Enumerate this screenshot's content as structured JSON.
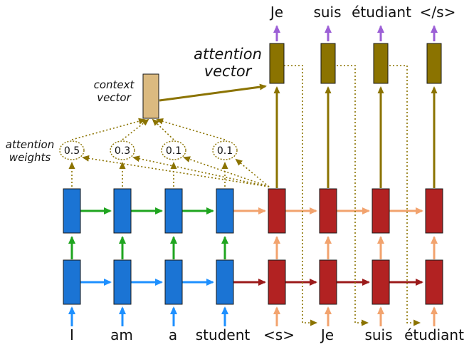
{
  "colors": {
    "encoder_box": "#1B74D4",
    "decoder_box": "#B22222",
    "attention_vector_box": "#8B7300",
    "context_vector_box": "#DBBA80",
    "arrow_blue": "#1E90FF",
    "arrow_green": "#1FA51F",
    "arrow_dark_red": "#9B1B1B",
    "arrow_salmon": "#F2A36E",
    "arrow_purple": "#9C5FD6",
    "attention_olive": "#8B7300"
  },
  "outputs": [
    "Je",
    "suis",
    "étudiant",
    "</s>"
  ],
  "encoder_inputs": [
    "I",
    "am",
    "a",
    "student"
  ],
  "decoder_inputs": [
    "<s>",
    "Je",
    "suis",
    "étudiant"
  ],
  "attention_weights": [
    "0.5",
    "0.3",
    "0.1",
    "0.1"
  ],
  "labels": {
    "attention_vector": [
      "attention",
      "vector"
    ],
    "context_vector": [
      "context",
      "vector"
    ],
    "attention_weights": [
      "attention",
      "weights"
    ]
  }
}
